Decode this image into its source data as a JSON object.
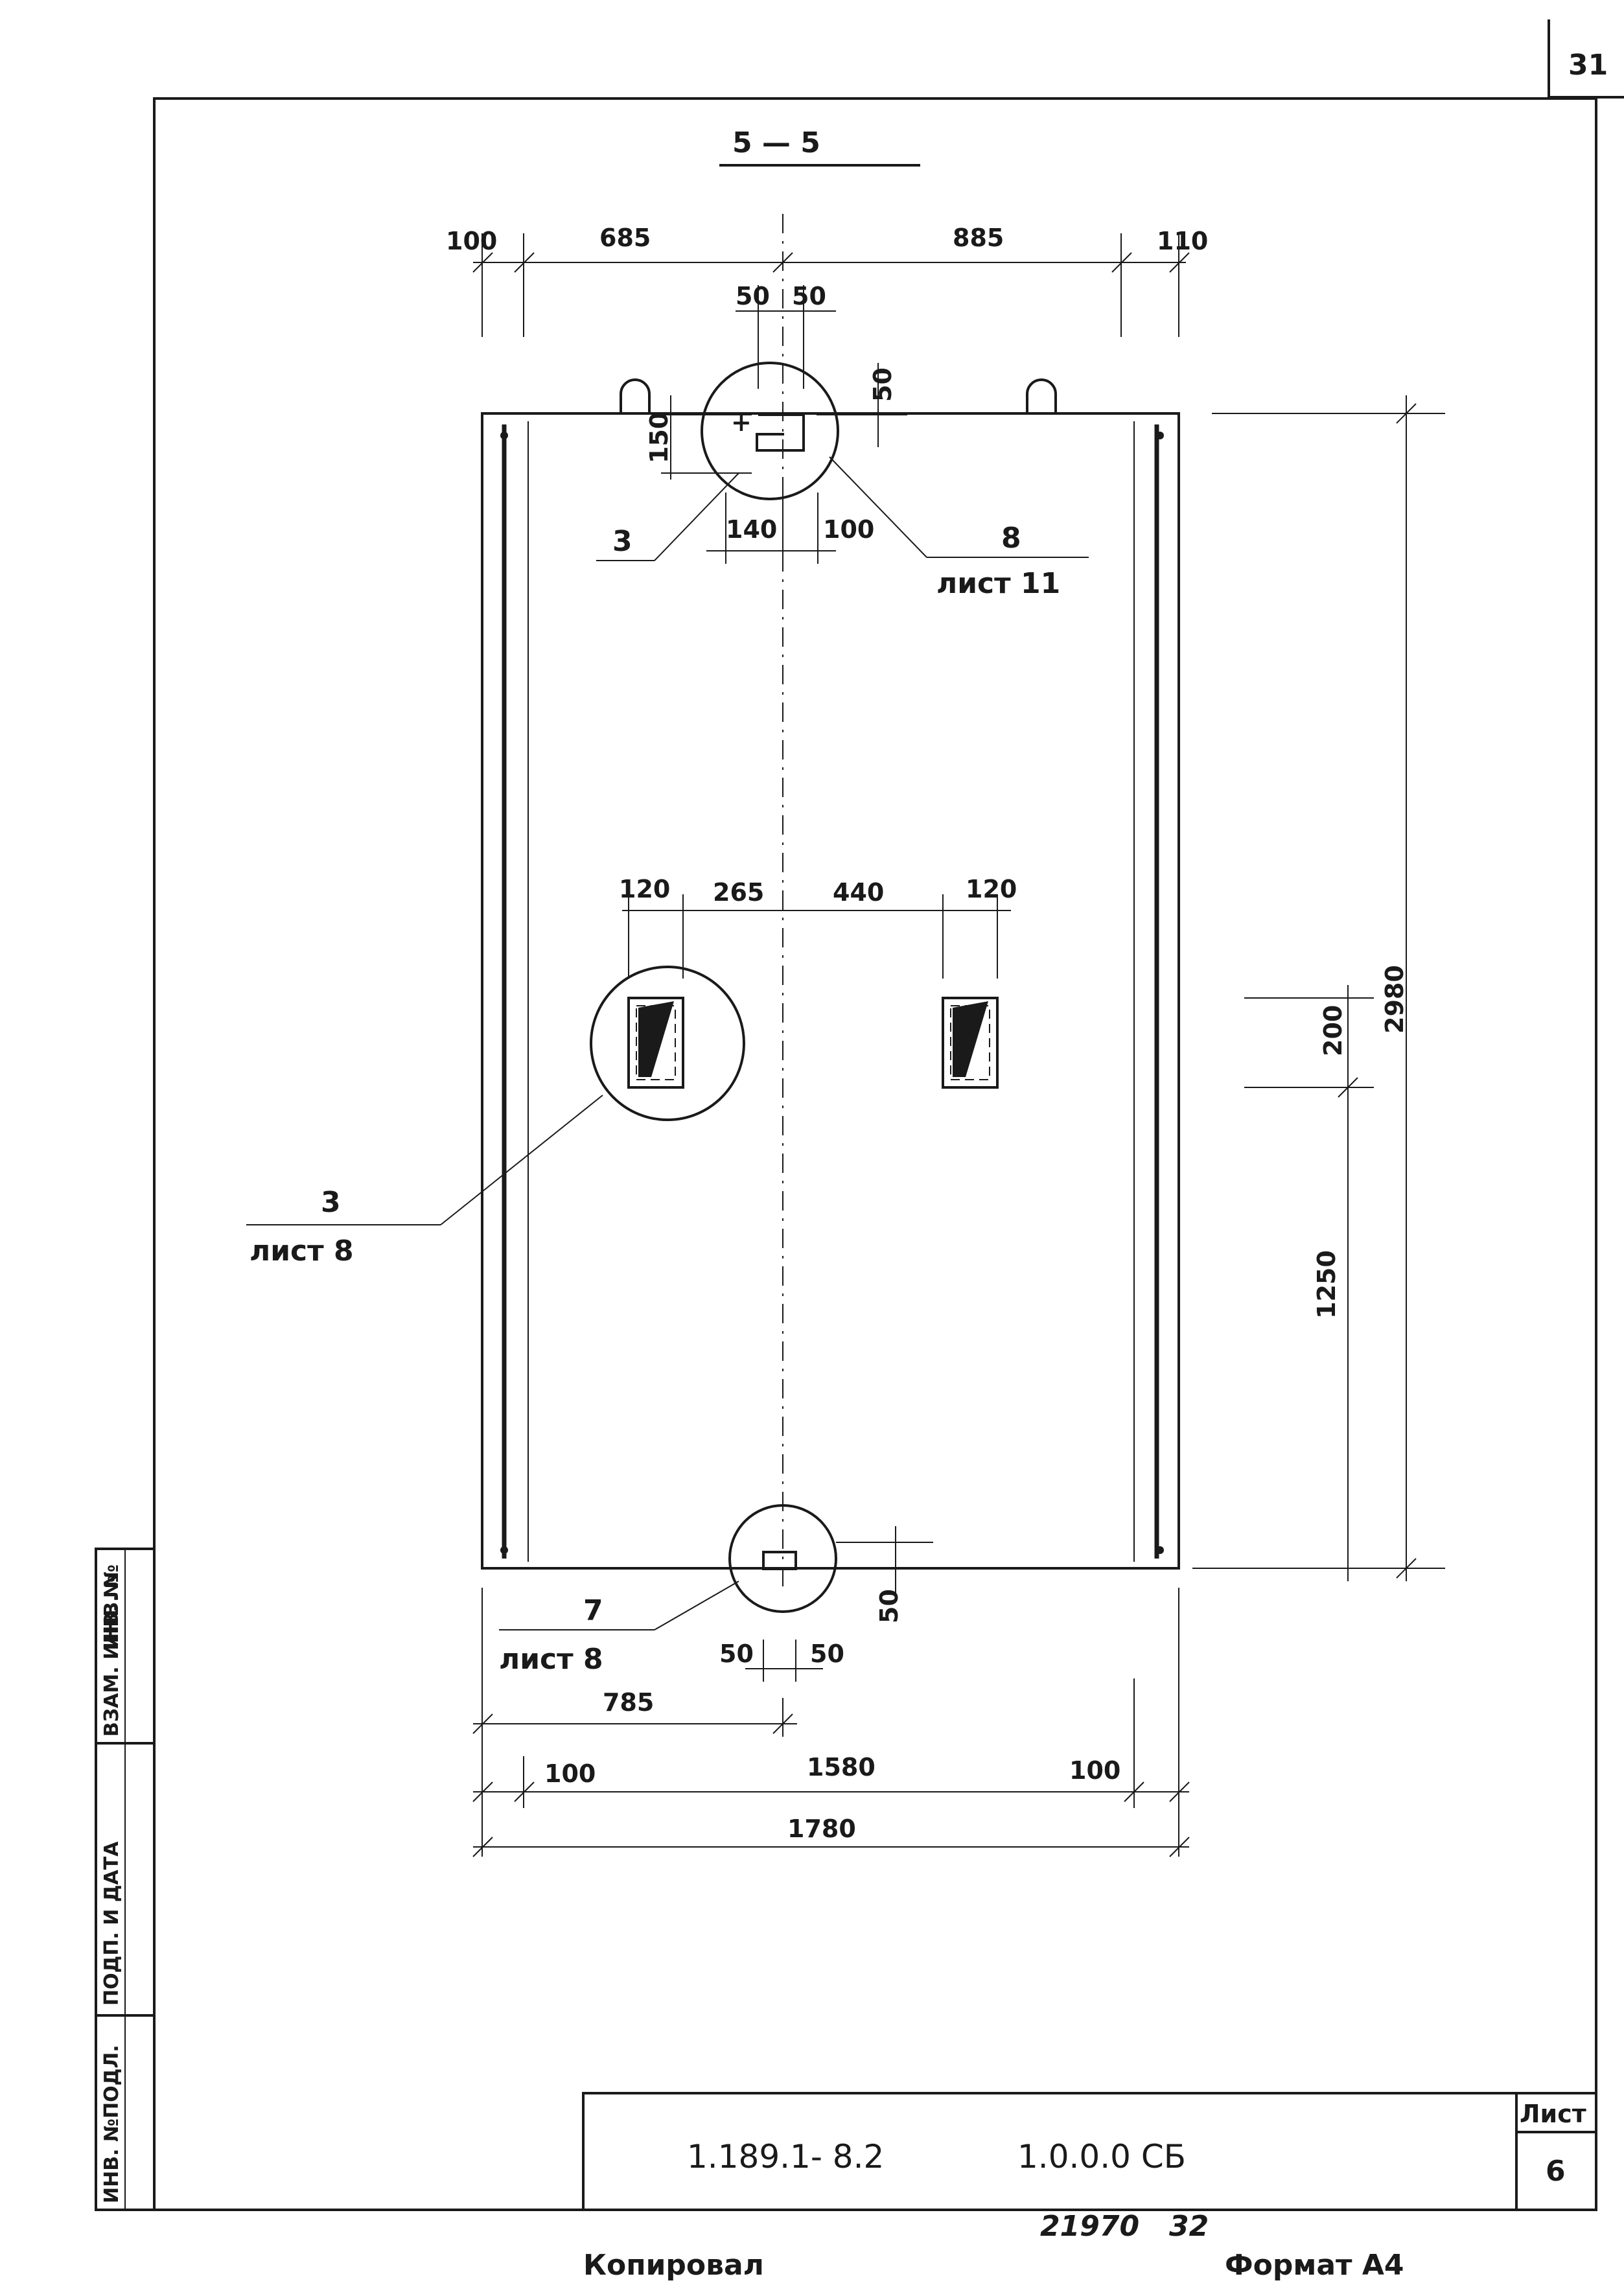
{
  "page_number": "31",
  "section_title": "5 — 5",
  "dims": {
    "top_100": "100",
    "top_685": "685",
    "top_885": "885",
    "top_110": "110",
    "top_50a": "50",
    "top_50b": "50",
    "right_50": "50",
    "left_150": "150",
    "top_140": "140",
    "top_100b": "100",
    "mid_120a": "120",
    "mid_265": "265",
    "mid_440": "440",
    "mid_120b": "120",
    "r_200": "200",
    "r_2980": "2980",
    "r_1250": "1250",
    "bot_50v": "50",
    "bot_50a": "50",
    "bot_50b": "50",
    "bot_785": "785",
    "bot_100a": "100",
    "bot_1580": "1580",
    "bot_100b": "100",
    "bot_1780": "1780"
  },
  "callouts": {
    "c3_top_num": "3",
    "c8_num": "8",
    "c8_sheet": "лист 11",
    "c3_mid_num": "3",
    "c3_mid_sheet": "лист 8",
    "c7_num": "7",
    "c7_sheet": "лист 8"
  },
  "side_stamp": {
    "inv_no": "ИНВ. №",
    "vzam": "ВЗАМ. ИНВ. №",
    "podp": "ПОДП. И ДАТА",
    "inv_podl": "ИНВ. №ПОДЛ."
  },
  "title_block": {
    "doc_code": "1.189.1- 8.2",
    "doc_code2": "1.0.0.0 СБ",
    "sheet_label": "Лист",
    "sheet_number": "6"
  },
  "footer": {
    "numbers": "21970   32",
    "copied": "Копировал",
    "format": "Формат А4"
  }
}
